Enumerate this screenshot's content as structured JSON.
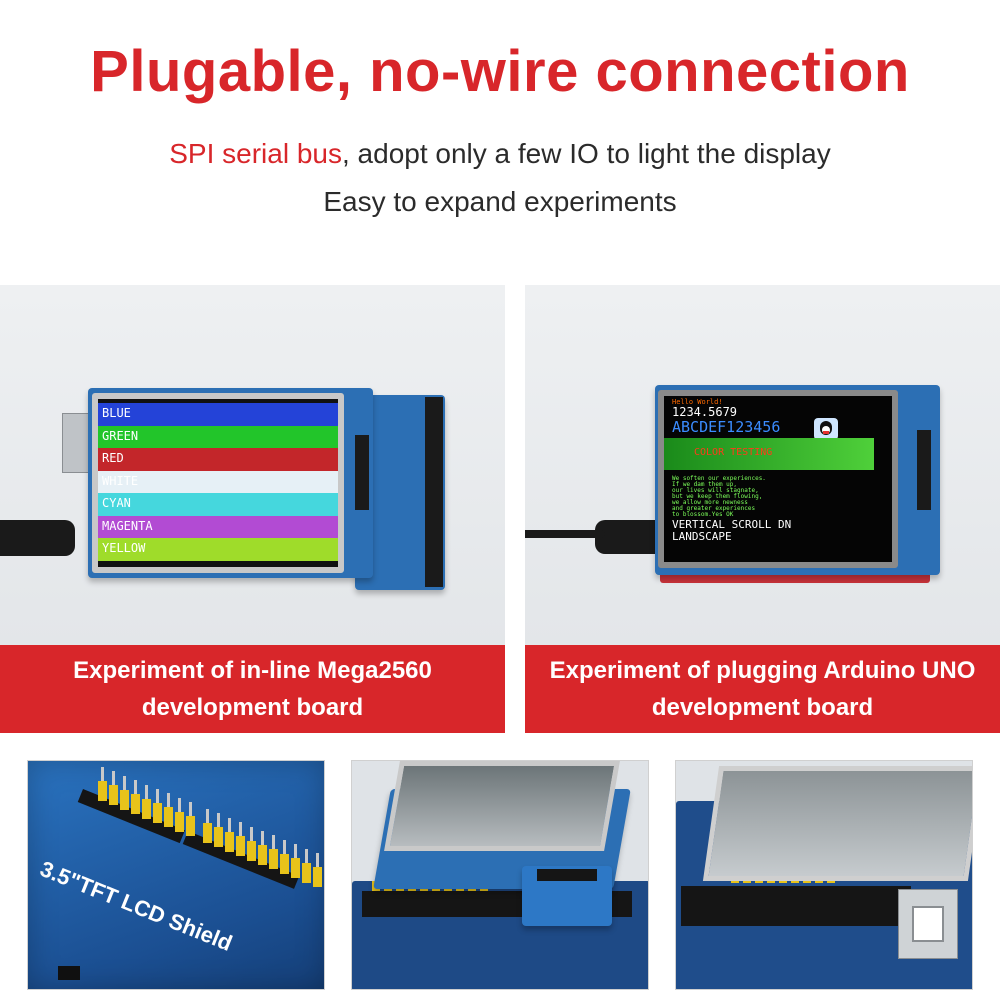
{
  "headline": "Plugable, no-wire connection",
  "subtitle": {
    "accent": "SPI serial bus",
    "rest": ", adopt only a few IO to light the display",
    "line2": "Easy to expand experiments"
  },
  "panel_left": {
    "caption_line1": "Experiment of in-line Mega2560",
    "caption_line2": "development board",
    "screen_stripes": [
      {
        "label": "BLUE",
        "color": "#2443d8"
      },
      {
        "label": "GREEN",
        "color": "#22c52a"
      },
      {
        "label": "RED",
        "color": "#c3262a"
      },
      {
        "label": "WHITE",
        "color": "#e6f0f6"
      },
      {
        "label": "CYAN",
        "color": "#45d7dd"
      },
      {
        "label": "MAGENTA",
        "color": "#b24bd3"
      },
      {
        "label": "YELLOW",
        "color": "#9fdc2a"
      }
    ]
  },
  "panel_right": {
    "caption_line1": "Experiment of plugging Arduino UNO",
    "caption_line2": "development board",
    "screen": {
      "hello": "Hello World!",
      "number": "1234.5679",
      "hex": "ABCDEF123456",
      "banner": "COLOR TESTING",
      "para1": "We soften our experiences.",
      "para2": "If we dam them up,",
      "para3": "our lives will stagnate,",
      "para4": "but we keep them flowing,",
      "para5": "we allow more newness",
      "para6": "and greater experiences",
      "para7": "to blossom.Yes OK",
      "scroll": "VERTICAL SCROLL DN",
      "landscape": "LANDSCAPE"
    }
  },
  "bottom_left": {
    "shield_label": "3.5\"TFT LCD Shield"
  },
  "colors": {
    "accent": "#d8262a",
    "pcb": "#2c6fb4"
  }
}
